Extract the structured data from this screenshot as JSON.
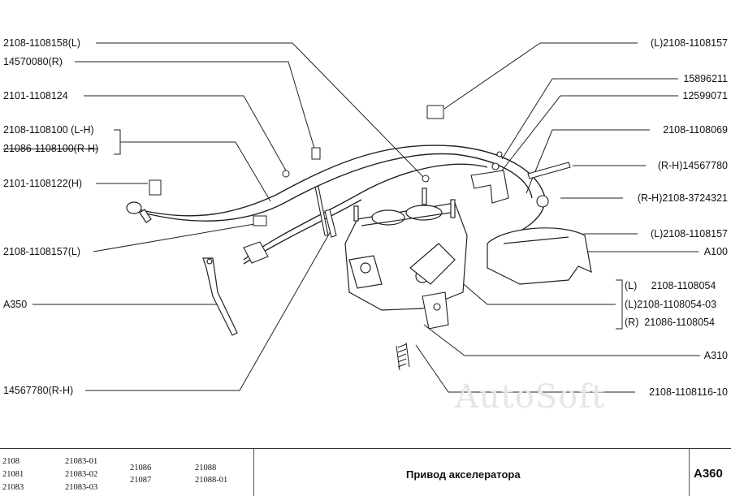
{
  "diagram": {
    "labels_left": [
      {
        "id": "l1",
        "text": "2108-1108158(L)"
      },
      {
        "id": "l2",
        "text": "14570080(R)"
      },
      {
        "id": "l3",
        "text": "2101-1108124"
      },
      {
        "id": "l4a",
        "text": "2108-1108100  (L-H)"
      },
      {
        "id": "l4b",
        "text": "21086-1108100(R-H)"
      },
      {
        "id": "l5",
        "text": "2101-1108122(H)"
      },
      {
        "id": "l6",
        "text": "2108-1108157(L)"
      },
      {
        "id": "l7",
        "text": "A350"
      },
      {
        "id": "l8",
        "text": "14567780(R-H)"
      }
    ],
    "labels_right": [
      {
        "id": "r1",
        "text": "(L)2108-1108157"
      },
      {
        "id": "r2",
        "text": "15896211"
      },
      {
        "id": "r3",
        "text": "12599071"
      },
      {
        "id": "r4",
        "text": "2108-1108069"
      },
      {
        "id": "r5",
        "text": "(R-H)14567780"
      },
      {
        "id": "r6",
        "text": "(R-H)2108-3724321"
      },
      {
        "id": "r7",
        "text": "(L)2108-1108157"
      },
      {
        "id": "r8",
        "text": "A100"
      },
      {
        "id": "r9a",
        "text": "(L)     2108-1108054"
      },
      {
        "id": "r9b",
        "text": "(L)2108-1108054-03"
      },
      {
        "id": "r9c",
        "text": "(R)  21086-1108054"
      },
      {
        "id": "r10",
        "text": "A310"
      },
      {
        "id": "r11",
        "text": "2108-1108116-10"
      }
    ],
    "watermark": "AutoSoft"
  },
  "footer": {
    "models_col1": [
      "2108",
      "21081",
      "21083"
    ],
    "models_col2": [
      "21083-01",
      "21083-02",
      "21083-03"
    ],
    "models_col3": [
      "21086",
      "21087"
    ],
    "models_col4": [
      "21088",
      "21088-01"
    ],
    "title": "Привод акселератора",
    "code": "A360"
  }
}
